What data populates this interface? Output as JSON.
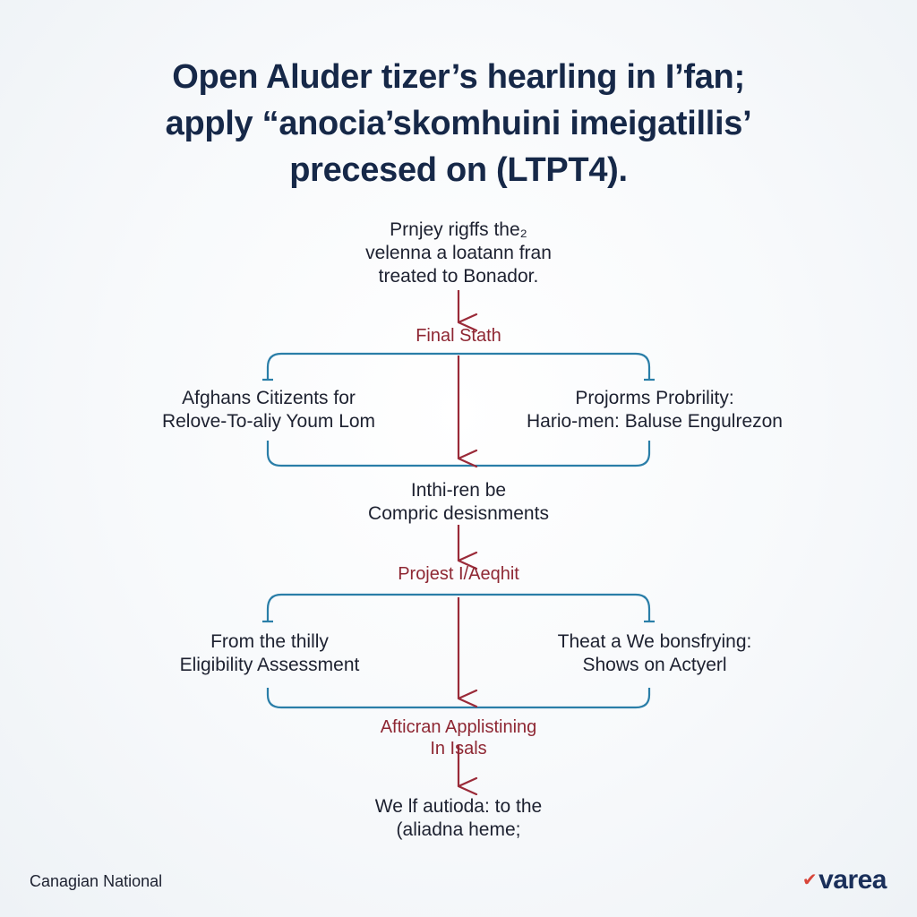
{
  "title": {
    "line1": "Open Aluder tizer’s hearling in I’fan;",
    "line2": "apply “anocia’skomhuini imeigatillis’",
    "line3": "precesed on (LTPT4)."
  },
  "intro": {
    "line1": "Prnjey rigffs the₂",
    "line2": "velenna a loatann fran",
    "line3": "treated to Bonador."
  },
  "stage1": {
    "label": "Final Stath",
    "left": {
      "line1": "Afghans Citizents for",
      "line2": "Relove-To-aliy Youm Lom"
    },
    "right": {
      "line1": "Projorms Probrility:",
      "line2": "Hario-men: Baluse Engulrezon"
    }
  },
  "middle": {
    "line1": "Inthi-ren be",
    "line2": "Compric desisnments"
  },
  "stage2": {
    "label": "Projest I/Aeqhit",
    "left": {
      "line1": "From the thilly",
      "line2": "Eligibility Assessment"
    },
    "right": {
      "line1": "Theat a We bonsfrying:",
      "line2": "Shows on Actyerl"
    }
  },
  "stage3": {
    "label_line1": "Afticran Applistining",
    "label_line2": "In Isals"
  },
  "outcome": {
    "line1": "We lf autioda: to the",
    "line2": "(aliadna heme;"
  },
  "footer": {
    "left": "Canagian National",
    "brand": "varea",
    "brand_mark": "✔"
  },
  "colors": {
    "title": "#162848",
    "arrow": "#9a2a38",
    "bracket": "#2a7ea8",
    "label": "#8e2733"
  }
}
